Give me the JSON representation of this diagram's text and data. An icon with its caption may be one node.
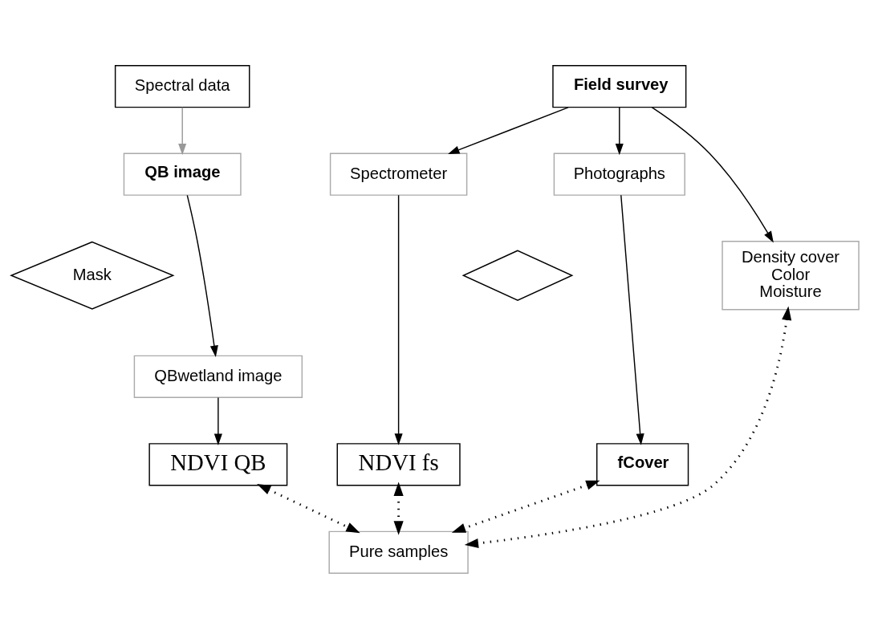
{
  "diagram": {
    "nodes": [
      {
        "text": [
          "Spectral data"
        ]
      },
      {
        "text": [
          "Field survey"
        ]
      },
      {
        "text": [
          "QB image"
        ]
      },
      {
        "text": [
          "Spectrometer"
        ]
      },
      {
        "text": [
          "Photographs"
        ]
      },
      {
        "text": [
          "Mask"
        ]
      },
      {
        "text": [],
        "shape": "diamond"
      },
      {
        "text": [
          "Density cover",
          "Color",
          "Moisture"
        ]
      },
      {
        "text": [
          "QBwetland image"
        ]
      },
      {
        "text": [
          "NDVI QB"
        ]
      },
      {
        "text": [
          "NDVI fs"
        ]
      },
      {
        "text": [
          "fCover"
        ]
      },
      {
        "text": [
          "Pure samples"
        ]
      }
    ],
    "edges": [
      {
        "from": 0,
        "to": 2,
        "arrow": "to",
        "color": "#999999"
      },
      {
        "from": 1,
        "to": 3,
        "arrow": "to"
      },
      {
        "from": 1,
        "to": 4,
        "arrow": "to"
      },
      {
        "from": 1,
        "to": 7,
        "arrow": "to"
      },
      {
        "from": 2,
        "to": 8,
        "arrow": "to"
      },
      {
        "from": 8,
        "to": 9,
        "arrow": "to"
      },
      {
        "from": 3,
        "to": 10,
        "arrow": "to"
      },
      {
        "from": 4,
        "to": 11,
        "arrow": "to"
      },
      {
        "from": 9,
        "to": 12,
        "arrow": "both",
        "style": "dashed"
      },
      {
        "from": 10,
        "to": 12,
        "arrow": "both",
        "style": "dashed"
      },
      {
        "from": 11,
        "to": 12,
        "arrow": "both",
        "style": "dashed"
      },
      {
        "from": 7,
        "to": 12,
        "arrow": "both",
        "style": "dashed"
      }
    ]
  }
}
